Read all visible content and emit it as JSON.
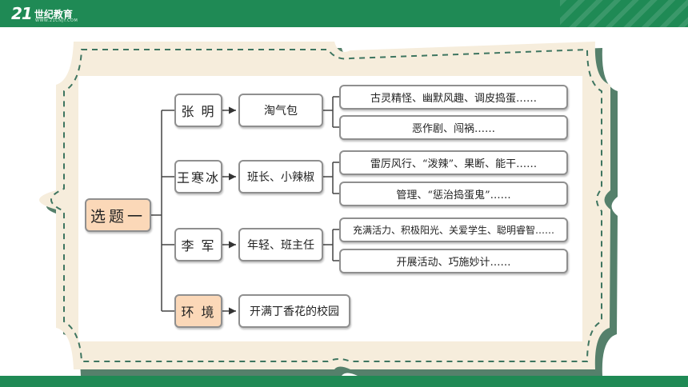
{
  "header": {
    "logo_mark": "21",
    "logo_text": "世纪教育",
    "logo_sub": "WWW.21CNJY.COM"
  },
  "watermark": "教育",
  "diagram": {
    "root": "选题一",
    "branches": [
      {
        "name": "张 明",
        "role": "淘气包",
        "details": [
          "古灵精怪、幽默风趣、调皮捣蛋……",
          "恶作剧、闯祸……"
        ]
      },
      {
        "name": "王寒冰",
        "role": "班长、小辣椒",
        "details": [
          "雷厉风行、“泼辣”、果断、能干……",
          "管理、“惩治捣蛋鬼”……"
        ]
      },
      {
        "name": "李 军",
        "role": "年轻、班主任",
        "details": [
          "充满活力、积极阳光、关爱学生、聪明睿智……",
          "开展活动、巧施妙计……"
        ]
      },
      {
        "name": "环 境",
        "role": "开满丁香花的校园",
        "details": []
      }
    ]
  },
  "colors": {
    "header_green": "#1f8a55",
    "frame_fill": "#f6eddc",
    "frame_shadow": "#55806b",
    "frame_dash": "#3e7560",
    "highlight_node": "#fbd8b8",
    "node_border": "#8f8f8f"
  }
}
